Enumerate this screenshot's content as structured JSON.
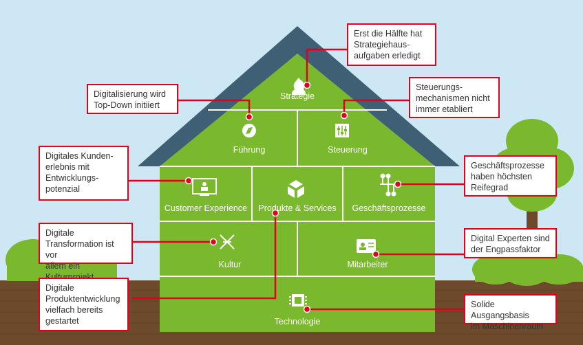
{
  "rooms": {
    "strategie": "Strategie",
    "fuehrung": "Führung",
    "steuerung": "Steuerung",
    "customer_experience": "Customer Experience",
    "produkte_services": "Produkte & Services",
    "geschaeftsprozesse": "Geschäftsprozesse",
    "kultur": "Kultur",
    "mitarbeiter": "Mitarbeiter",
    "technologie": "Technologie"
  },
  "callouts": {
    "strategie": "Erst die Hälfte hat\nStrategiehaus-\naufgaben erledigt",
    "fuehrung": "Digitalisierung wird\nTop-Down initiiert",
    "steuerung": "Steuerungs-\nmechanismen nicht\nimmer etabliert",
    "customer_experience": "Digitales Kunden-\nerlebnis mit\nEntwicklungs-\npotenzial",
    "geschaeftsprozesse": "Geschäftsprozesse\nhaben höchsten\nReifegrad",
    "kultur": "Digitale\nTransformation ist vor\nallem ein Kulturprojekt",
    "mitarbeiter": "Digital Experten sind\nder Engpassfaktor",
    "produkte_services": "Digitale\nProduktentwicklung\nvielfach bereits\ngestartet",
    "technologie": "Solide Ausgangsbasis\nim Maschinenraum"
  },
  "icons": {
    "strategie": "chess-knight-icon",
    "fuehrung": "compass-icon",
    "steuerung": "sliders-icon",
    "customer_experience": "monitor-icon",
    "produkte_services": "puzzle-cube-icon",
    "geschaeftsprozesse": "process-network-icon",
    "kultur": "dna-icon",
    "mitarbeiter": "id-card-icon",
    "technologie": "chip-icon"
  },
  "colors": {
    "sky": "#cde8f4",
    "house_green": "#7ab92d",
    "roof": "#3f5f74",
    "ground": "#6d4a2c",
    "tree_green": "#7ab92d",
    "accent_red": "#e2001a"
  }
}
